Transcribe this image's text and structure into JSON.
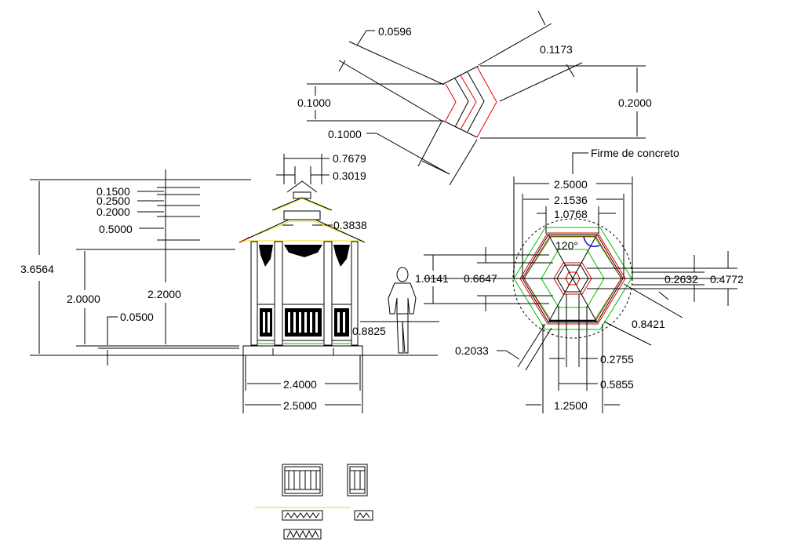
{
  "drawing": {
    "title": "Gazebo plan and elevation drawing",
    "colors": {
      "line": "#000000",
      "accent_red": "#e00000",
      "accent_green": "#00c000",
      "accent_yellow": "#e8e000",
      "accent_blue": "#0000e0",
      "background": "#ffffff"
    },
    "roof_detail": {
      "dims": [
        "0.0596",
        "0.1173",
        "0.1000",
        "0.2000",
        "0.1000"
      ]
    },
    "elevation": {
      "overall_height": "3.6564",
      "roof_tiers": [
        "0.1500",
        "0.2500",
        "0.2000",
        "0.5000"
      ],
      "column_height": "2.0000",
      "post_height": "2.2000",
      "base_thickness": "0.0500",
      "top_width": "0.7679",
      "cupola_width": "0.3019",
      "upper_width": "0.3838",
      "railing_height": "0.8825",
      "inner_width": "2.4000",
      "outer_width": "2.5000"
    },
    "plan": {
      "label": "Firme de concreto",
      "widths": [
        "2.5000",
        "2.1536",
        "1.0768"
      ],
      "angle": "120°",
      "left_dims": [
        "1.0141",
        "0.6647"
      ],
      "right_dims": [
        "0.2632",
        "0.4772"
      ],
      "diag_dims": [
        "0.8421",
        "0.2033"
      ],
      "bottom_dims": [
        "0.2755",
        "0.5855",
        "1.2500"
      ]
    }
  }
}
